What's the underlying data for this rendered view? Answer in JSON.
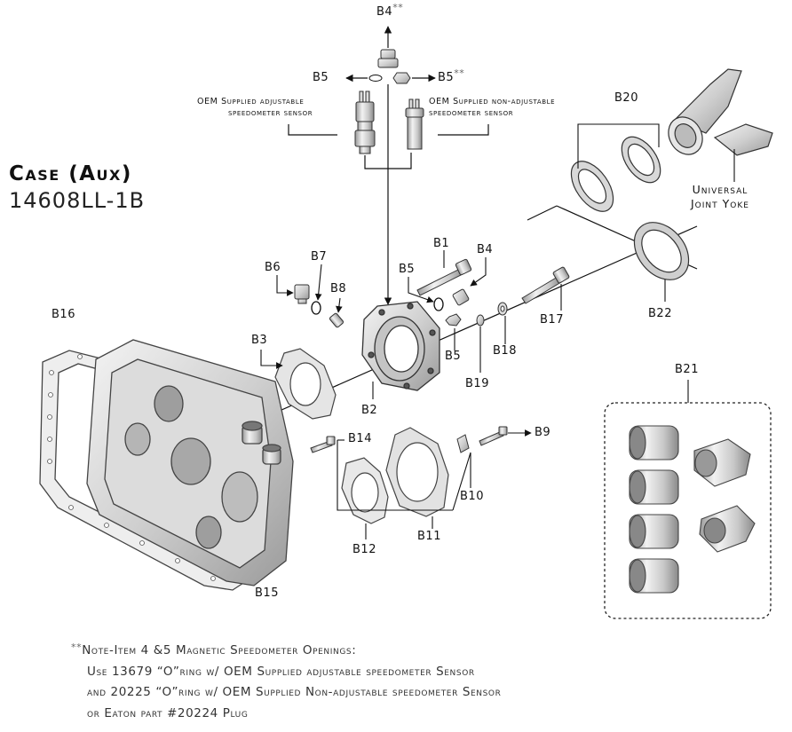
{
  "title": {
    "case": "Case (Aux)",
    "part_number": "14608LL-1B"
  },
  "labels": {
    "b1": "B1",
    "b2": "B2",
    "b3": "B3",
    "b4": "B4",
    "b4_top": "B4",
    "b4_top_mark": "**",
    "b5_left_top": "B5",
    "b5_right_top": "B5",
    "b5_right_top_mark": "**",
    "b5_mid": "B5",
    "b5_lower": "B5",
    "b6": "B6",
    "b7": "B7",
    "b8": "B8",
    "b9": "B9",
    "b10": "B10",
    "b11": "B11",
    "b12": "B12",
    "b14": "B14",
    "b15": "B15",
    "b16": "B16",
    "b17": "B17",
    "b18": "B18",
    "b19": "B19",
    "b20": "B20",
    "b21": "B21",
    "b22": "B22"
  },
  "sensors": {
    "adjustable_line1": "OEM Supplied adjustable",
    "adjustable_line2": "speedometer sensor",
    "nonadjustable_line1": "OEM Supplied non-adjustable",
    "nonadjustable_line2": "speedometer sensor"
  },
  "yoke": {
    "line1": "Universal",
    "line2": "Joint Yoke"
  },
  "note": {
    "mark": "**",
    "line1": "Note-Item 4 &5 Magnetic Speedometer Openings:",
    "line2": "Use 13679 “O”ring w/ OEM Supplied adjustable speedometer Sensor",
    "line3": "and 20225 “O”ring w/ OEM Supplied Non-adjustable speedometer Sensor",
    "line4": "or Eaton part #20224 Plug"
  }
}
